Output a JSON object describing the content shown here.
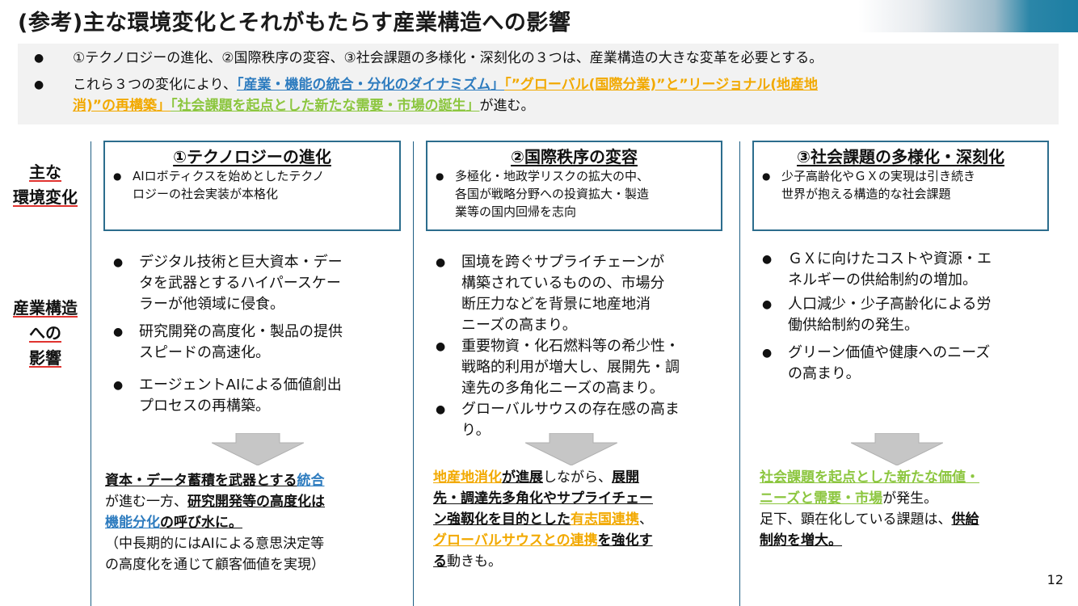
{
  "title": "(参考)主な環境変化とそれがもたらす産業構造への影響",
  "summary": {
    "line1": "①テクノロジーの進化、②国際秩序の変容、③社会課題の多様化・深刻化の３つは、産業構造の大きな変革を必要とする。",
    "line2_intro": "これら３つの変化により、",
    "line2_hl1": "「産業・機能の統合・分化のダイナミズム」",
    "line2_hl2a": "「”グローバル(国際分業)”と”リージョナル(地産地",
    "line2_hl2b": "消)”の再構築」",
    "line2_hl3": "「社会課題を起点とした新たな需要・市場の誕生」",
    "line2_end": "が進む。"
  },
  "row_labels": {
    "env": [
      "主な",
      "環境変化"
    ],
    "industry": [
      "産業構造",
      "への",
      "影響"
    ]
  },
  "columns": [
    {
      "title": "①テクノロジーの進化",
      "env_bullet": [
        "AIロボティクスを始めとしたテクノ",
        "ロジーの社会実装が本格化"
      ],
      "effects": [
        [
          "デジタル技術と巨大資本・デー",
          "タを武器とするハイパースケー",
          "ラーが他領域に侵食。"
        ],
        [
          "研究開発の高度化・製品の提供",
          "スピードの高速化。"
        ],
        [
          "エージェントAIによる価値創出",
          "プロセスの再構築。"
        ]
      ],
      "conclusion": {
        "p1": "資本・データ蓄積を武器とする",
        "p2": "統合",
        "p3": "が進む一方、",
        "p4": "研究開発等の高度化は",
        "p5": "機能分化",
        "p6": "の呼び水に。",
        "p7": "（中長期的にはAIによる意思決定等",
        "p8": "の高度化を通じて顧客価値を実現）"
      }
    },
    {
      "title": "②国際秩序の変容",
      "env_bullet": [
        "多極化・地政学リスクの拡大の中、",
        "各国が戦略分野への投資拡大・製造",
        "業等の国内回帰を志向"
      ],
      "effects": [
        [
          "国境を跨ぐサプライチェーンが",
          "構築されているものの、市場分",
          "断圧力などを背景に地産地消",
          "ニーズの高まり。"
        ],
        [
          "重要物資・化石燃料等の希少性・",
          "戦略的利用が増大し、展開先・調",
          "達先の多角化ニーズの高まり。"
        ],
        [
          "グローバルサウスの存在感の高ま",
          "り。"
        ]
      ],
      "conclusion": {
        "p1": "地産地消化",
        "p2": "が進展",
        "p3": "しながら、",
        "p4": "展開",
        "p5": "先・調達先多角化やサプライチェー",
        "p6": "ン強靱化を目的とした",
        "p7": "有志国連携",
        "p8": "、",
        "p9": "グローバルサウスとの連携",
        "p10": "を強化す",
        "p11": "る",
        "p12": "動きも。"
      }
    },
    {
      "title": "③社会課題の多様化・深刻化",
      "env_bullet": [
        "少子高齢化やＧＸの実現は引き続き",
        "世界が抱える構造的な社会課題"
      ],
      "effects": [
        [
          "ＧＸに向けたコストや資源・エ",
          "ネルギーの供給制約の増加。"
        ],
        [
          "人口減少・少子高齢化による労",
          "働供給制約の発生。"
        ],
        [
          "グリーン価値や健康へのニーズ",
          "の高まり。"
        ]
      ],
      "conclusion": {
        "p1": "社会課題を起点とした新たな価値・",
        "p2": "ニーズと需要・市場",
        "p3": "が発生。",
        "p4": "足下、顕在化している課題は、",
        "p5": "供給",
        "p6": "制約を増大。"
      }
    }
  ],
  "page_number": "12",
  "colors": {
    "blue": "#2e7cbf",
    "orange": "#f2a900",
    "green": "#8cc63f",
    "red_underline": "#e0332f",
    "box_border": "#2c6d8d"
  }
}
